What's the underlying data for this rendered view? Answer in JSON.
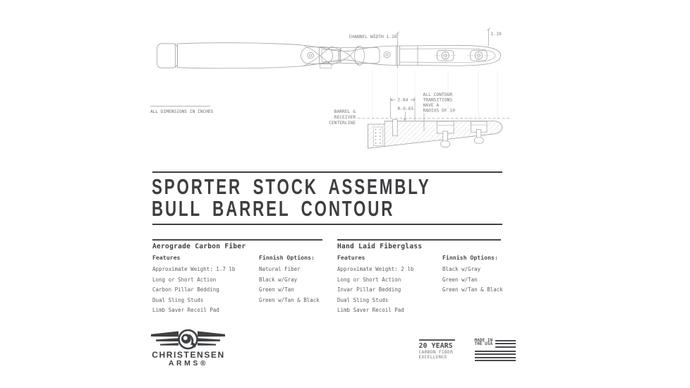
{
  "title": {
    "line1": "SPORTER STOCK ASSEMBLY",
    "line2": "BULL BARREL CONTOUR"
  },
  "drawing": {
    "dimensions_note": "ALL DIMENSIONS IN INCHES",
    "top_view": {
      "channel_width_label": "CHANNEL WIDTH",
      "channel_width_value": "1.20",
      "front_width_value": "1.19"
    },
    "side_view": {
      "centerline_label_line1": "BARREL &",
      "centerline_label_line2": "RECEIVER",
      "centerline_label_line3": "CENTERLINE",
      "dim_depth": "2.84",
      "dim_radius": "R-0.65",
      "contour_note_line1": "ALL CONTOUR",
      "contour_note_line2": "TRANSITIONS",
      "contour_note_line3": "HAVE A",
      "contour_note_line4": "RADIUS OF 10"
    }
  },
  "columns": [
    {
      "heading": "Aerograde Carbon Fiber",
      "features_label": "Features",
      "features": [
        "Approximate Weight: 1.7 lb",
        "Long or Short Action",
        "Carbon Pillar Bedding",
        "Dual Sling Studs",
        "Limb Saver Recoil Pad"
      ],
      "finish_label": "Finnish Options:",
      "finishes": [
        "Natural Fiber",
        "Black w/Gray",
        "Green w/Tan",
        "Green w/Tan & Black"
      ]
    },
    {
      "heading": "Hand Laid Fiberglass",
      "features_label": "Features",
      "features": [
        "Approximate Weight: 2 lb",
        "Long or Short Action",
        "Invar Pillar Bedding",
        "Dual Sling Studs",
        "Limb Saver Recoil Pad"
      ],
      "finish_label": "Finnish Options:",
      "finishes": [
        "Black w/Gray",
        "Green w/Tan",
        "Green w/Tan & Black"
      ]
    }
  ],
  "footer": {
    "brand_line1": "CHRISTENSEN",
    "brand_line2": "ARMS®",
    "years_title": "20 YEARS",
    "years_sub1": "CARBON FIBER",
    "years_sub2": "EXCELLENCE",
    "usa_line1": "MADE IN",
    "usa_line2": "THE USA"
  },
  "colors": {
    "ink": "#3f4043",
    "drawing_line": "#a2a2a2",
    "dim_text": "#77787a",
    "hatch": "#c4c4c4",
    "stripe": "#4a4b4f"
  }
}
